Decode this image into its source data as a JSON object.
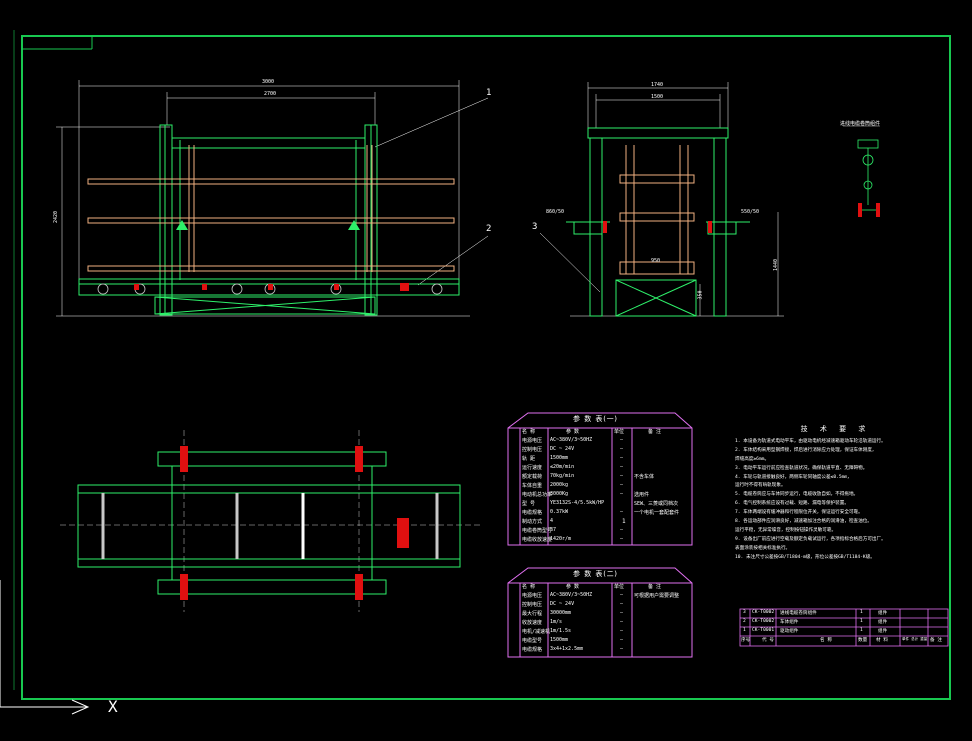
{
  "drawing": {
    "balloons": [
      "1",
      "2",
      "3"
    ],
    "dimensions": {
      "front_overall": "3000",
      "front_inner": "2700",
      "front_height": "2420",
      "side_overall": "1740",
      "side_inner": "1500",
      "side_height": "1440",
      "side_base": "350",
      "side_left": "860/50",
      "side_right": "550/50",
      "side_mid": "950"
    },
    "detail_label": "进线电缆卷筒组件"
  },
  "table1": {
    "title": "参  数  表(一)",
    "header": [
      "",
      "名    称",
      "参    数",
      "单位",
      "备    注"
    ],
    "rows": [
      [
        "电源电压",
        "AC~380V/3~50HZ",
        "—",
        ""
      ],
      [
        "控制电压",
        "DC ~ 24V",
        "—",
        ""
      ],
      [
        "轨    距",
        "1500mm",
        "—",
        ""
      ],
      [
        "运行速度",
        "≤20m/min",
        "—",
        ""
      ],
      [
        "额定载荷",
        "70kg/min",
        "—",
        "不含车体"
      ],
      [
        "车体自重",
        "2000kg",
        "—",
        ""
      ],
      [
        "电动机总功率",
        "3000Kg",
        "—",
        "选用件"
      ],
      [
        "型    号",
        "YE3132S-4/5.5kW/HP",
        "",
        "SEW、三菱或同档次"
      ],
      [
        "电缆规格",
        "0.37kW",
        "—",
        "一个电机一套配套件"
      ],
      [
        "制动方式",
        "4",
        "",
        ""
      ],
      [
        "电缆卷筒型号",
        "37",
        "—",
        ""
      ],
      [
        "电缆收放速度",
        "1420r/m",
        "—",
        ""
      ]
    ],
    "side_mark": "1"
  },
  "table2": {
    "title": "参  数  表(二)",
    "header": [
      "名    称",
      "参    数",
      "单位",
      "备    注"
    ],
    "rows": [
      [
        "电源电压",
        "AC~380V/3~50HZ",
        "—",
        "可根据用户需要调整"
      ],
      [
        "控制电压",
        "DC ~ 24V",
        "—",
        ""
      ],
      [
        "最大行程",
        "30000mm",
        "—",
        ""
      ],
      [
        "收放速度",
        "1m/s",
        "—",
        ""
      ],
      [
        "电机/减速机",
        "1m/1.5s",
        "—",
        ""
      ],
      [
        "电缆型号",
        "1500mm",
        "—",
        ""
      ],
      [
        "电缆规格",
        "3x4+1x2.5mm",
        "—",
        ""
      ]
    ]
  },
  "notes": {
    "heading": "技  术  要  求",
    "items": [
      "1. 本设备为轨道式电动平车，由驱动电机经减速箱驱动车轮沿轨道运行。",
      "2. 车体结构采用型钢焊接，焊后进行消除应力处理，保证车体刚度，",
      "   焊缝高度≥6mm。",
      "3. 电动平车运行前应检查轨道状况，确保轨道平直、无障碍物。",
      "4. 车轮与轨道接触良好，两侧车轮同轴度公差≤0.5mm，",
      "   运行时不得有啃轨现象。",
      "5. 电缆卷筒应与车体同步运行，电缆收放自如，不得拖地。",
      "6. 电气控制系统应设有过载、短路、漏电等保护装置。",
      "7. 车体两端设有缓冲器和行程限位开关，保证运行安全可靠。",
      "8. 各运动部件应润滑良好，减速箱加注合格的润滑油，检查油位。",
      "   运行平稳，无异常噪音，控制按钮操作灵敏可靠。",
      "9. 设备出厂前应进行空载及额定负载试运行，各项指标合格后方可出厂。",
      "   表面涂装按相关标准执行。",
      "10. 未注尺寸公差按GB/T1804-m级，形位公差按GB/T1184-K级。"
    ]
  },
  "bom": {
    "rows": [
      [
        "3",
        "CK-T0002",
        "进线电缆卷筒组件",
        "1",
        "组件",
        "",
        ""
      ],
      [
        "2",
        "CK-T0002",
        "车体组件",
        "1",
        "组件",
        "",
        ""
      ],
      [
        "1",
        "CK-T0001",
        "驱动组件",
        "1",
        "组件",
        "",
        ""
      ]
    ],
    "header": [
      "序号",
      "代    号",
      "名    称",
      "数量",
      "材    料",
      "单件 总计 重量",
      "备 注"
    ]
  },
  "ucs": {
    "x": "X"
  }
}
